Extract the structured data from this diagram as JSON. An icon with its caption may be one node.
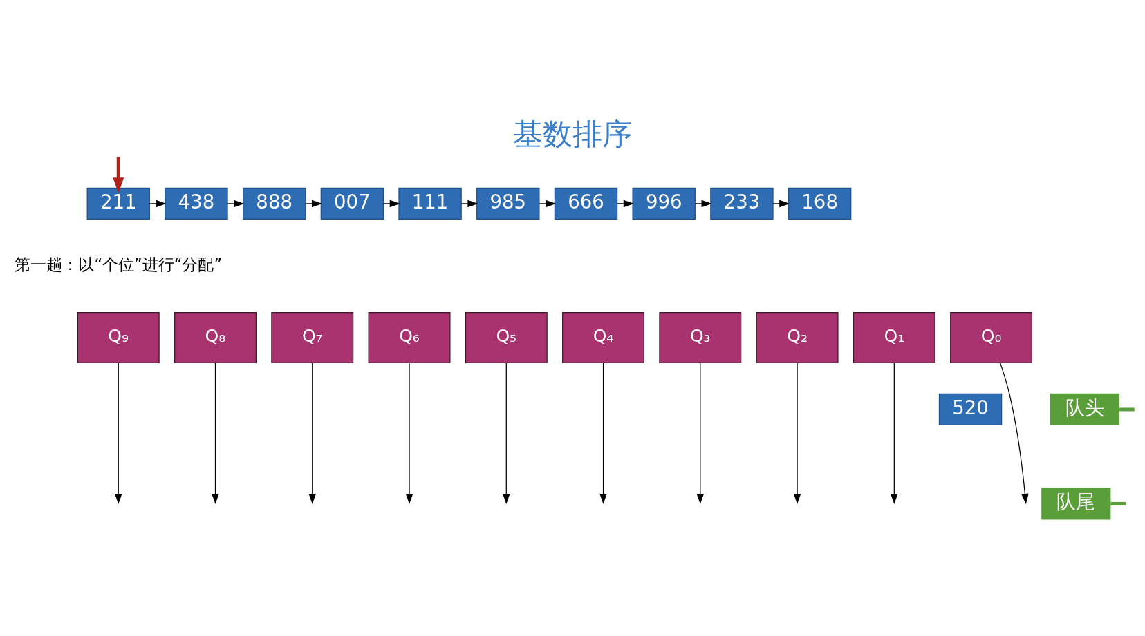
{
  "diagram": {
    "title": "基数排序",
    "nodes": [
      {
        "text": [
          "211"
        ]
      },
      {
        "text": [
          "438"
        ]
      },
      {
        "text": [
          "888"
        ]
      },
      {
        "text": [
          "007"
        ]
      },
      {
        "text": [
          "111"
        ]
      },
      {
        "text": [
          "985"
        ]
      },
      {
        "text": [
          "666"
        ]
      },
      {
        "text": [
          "996"
        ]
      },
      {
        "text": [
          "233"
        ]
      },
      {
        "text": [
          "168"
        ]
      },
      {
        "text": [
          "Q₉"
        ]
      },
      {
        "text": [
          "Q₈"
        ]
      },
      {
        "text": [
          "Q₇"
        ]
      },
      {
        "text": [
          "Q₆"
        ]
      },
      {
        "text": [
          "Q₅"
        ]
      },
      {
        "text": [
          "Q₄"
        ]
      },
      {
        "text": [
          "Q₃"
        ]
      },
      {
        "text": [
          "Q₂"
        ]
      },
      {
        "text": [
          "Q₁"
        ]
      },
      {
        "text": [
          "Q₀"
        ]
      },
      {
        "text": [
          "队头"
        ]
      },
      {
        "text": [
          "520"
        ]
      },
      {
        "text": [
          "队尾"
        ]
      }
    ],
    "edges": [
      {
        "from": 0,
        "to": 1,
        "arrow": "to"
      },
      {
        "from": 1,
        "to": 2,
        "arrow": "to"
      },
      {
        "from": 2,
        "to": 3,
        "arrow": "to"
      },
      {
        "from": 3,
        "to": 4,
        "arrow": "to"
      },
      {
        "from": 4,
        "to": 5,
        "arrow": "to"
      },
      {
        "from": 5,
        "to": 6,
        "arrow": "to"
      },
      {
        "from": 6,
        "to": 7,
        "arrow": "to"
      },
      {
        "from": 7,
        "to": 8,
        "arrow": "to"
      },
      {
        "from": 8,
        "to": 9,
        "arrow": "to"
      },
      {
        "from": null,
        "to": 0,
        "arrow": "to",
        "style": "thick",
        "color": "#b0241c"
      },
      {
        "from": 10,
        "to": null,
        "arrow": "to"
      },
      {
        "from": 11,
        "to": null,
        "arrow": "to"
      },
      {
        "from": 12,
        "to": null,
        "arrow": "to"
      },
      {
        "from": 13,
        "to": null,
        "arrow": "to"
      },
      {
        "from": 14,
        "to": null,
        "arrow": "to"
      },
      {
        "from": 15,
        "to": null,
        "arrow": "to"
      },
      {
        "from": 16,
        "to": null,
        "arrow": "to"
      },
      {
        "from": 17,
        "to": null,
        "arrow": "to"
      },
      {
        "from": 18,
        "to": null,
        "arrow": "to"
      },
      {
        "from": 19,
        "to": null,
        "arrow": "to"
      },
      {
        "from": 20,
        "to": null,
        "arrow": "none",
        "color": "#5a9e3a",
        "style": "thick"
      },
      {
        "from": 22,
        "to": null,
        "arrow": "none",
        "color": "#5a9e3a",
        "style": "thick"
      }
    ],
    "labels": [
      "第一趟：以“个位”进行“分配”"
    ]
  }
}
